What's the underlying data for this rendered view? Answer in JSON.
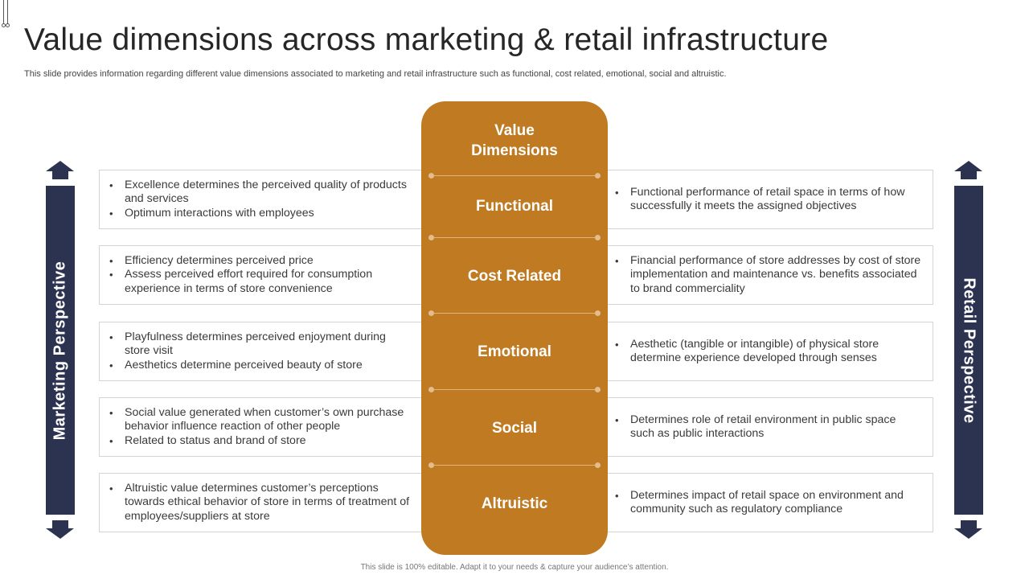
{
  "slide": {
    "title": "Value dimensions across marketing & retail infrastructure",
    "subtitle": "This slide provides information regarding different value dimensions associated to marketing and retail infrastructure such as functional, cost related, emotional, social and altruistic.",
    "footer": "This slide is 100% editable. Adapt it to your needs & capture your audience’s attention."
  },
  "colors": {
    "accent": "#c07a22",
    "navy": "#2c3350",
    "box_border": "#d4d4d4"
  },
  "left_perspective": {
    "label": "Marketing Perspective",
    "icons": [
      "arrow-up-icon",
      "arrow-down-icon"
    ]
  },
  "right_perspective": {
    "label": "Retail Perspective",
    "icons": [
      "arrow-up-icon",
      "arrow-down-icon"
    ]
  },
  "center": {
    "header": "Value\nDimensions",
    "dimensions": [
      {
        "label": "Functional",
        "marketing": [
          "Excellence determines the perceived quality of products and services",
          "Optimum interactions with employees"
        ],
        "retail": [
          "Functional performance of retail space in terms of how successfully it meets the assigned objectives"
        ]
      },
      {
        "label": "Cost Related",
        "marketing": [
          "Efficiency determines perceived price",
          "Assess perceived effort required for consumption experience in terms of store convenience"
        ],
        "retail": [
          "Financial performance of store addresses by cost of store implementation and maintenance vs. benefits associated to brand commerciality"
        ]
      },
      {
        "label": "Emotional",
        "marketing": [
          "Playfulness determines perceived enjoyment during store visit",
          "Aesthetics determine perceived beauty of store"
        ],
        "retail": [
          "Aesthetic (tangible or intangible) of physical store determine experience developed through senses"
        ]
      },
      {
        "label": "Social",
        "marketing": [
          "Social value generated when customer’s own purchase behavior influence reaction of other people",
          "Related to status and brand of store"
        ],
        "retail": [
          "Determines role of retail environment in public space such as public interactions"
        ]
      },
      {
        "label": "Altruistic",
        "marketing": [
          "Altruistic value determines customer’s perceptions towards ethical behavior of store in terms of treatment of employees/suppliers at store"
        ],
        "retail": [
          "Determines impact of retail space on environment and community such as regulatory compliance"
        ]
      }
    ]
  }
}
